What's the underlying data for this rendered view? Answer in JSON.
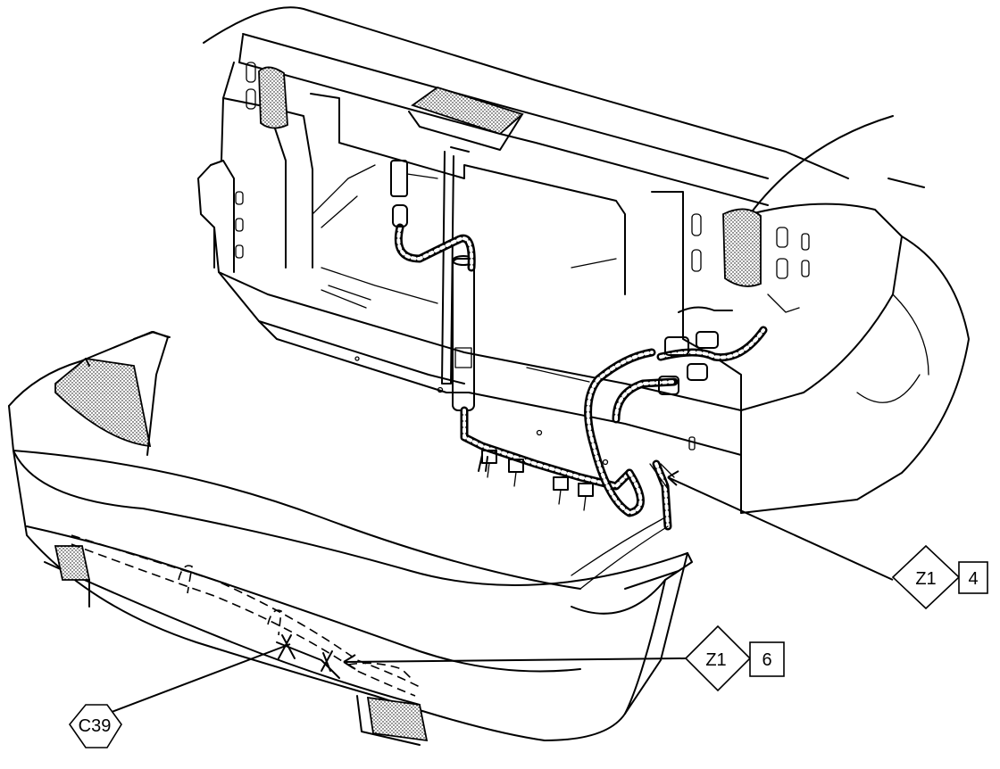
{
  "callouts": {
    "z1_4": {
      "code": "Z1",
      "ref": "4"
    },
    "z1_6": {
      "code": "Z1",
      "ref": "6"
    },
    "c39": {
      "code": "C39"
    }
  }
}
